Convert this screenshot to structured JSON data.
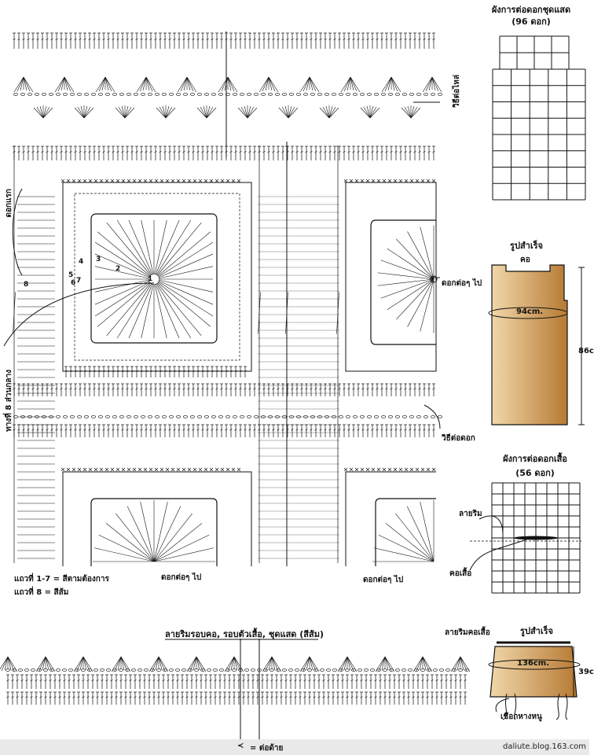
{
  "left_labels": {
    "top_vertical": "ดอกแรก",
    "mid_vertical": "ทางที่ 8 ส่วนกลาง"
  },
  "chart": {
    "joining_shoulder": "วิธีต่อไหล่",
    "next_motif_right": "ดอกต่อๆ ไป",
    "joining_method": "วิธีต่อดอก",
    "next_motif_bottom": "ดอกต่อๆ ไป",
    "row_numbers": [
      "1",
      "2",
      "3",
      "4",
      "5",
      "6",
      "7",
      "8"
    ]
  },
  "legend": {
    "line1": "แถวที่ 1-7 = สีตามต้องการ",
    "line2": "แถวที่ 8 = สีส้ม"
  },
  "border_title": "ลายริมรอบคอ, รอบตัวเสื้อ, ชุดแสด (สีส้ม)",
  "diagram1": {
    "title": "ผังการต่อดอกชุดแสด",
    "count": "(96 ดอก)"
  },
  "shape1": {
    "title": "รูปสำเร็จ",
    "neck": "คอ",
    "width": "94cm.",
    "height": "86c"
  },
  "diagram2": {
    "title": "ผังการต่อดอกเสื้อ",
    "count": "(56 ดอก)",
    "edge": "ลายริม",
    "neck": "คอเสื้อ"
  },
  "shape2": {
    "title": "รูปสำเร็จ",
    "edge": "ลายริมคอเสื้อ",
    "width": "136cm.",
    "height": "39c",
    "tie": "เชือกหางหนู"
  },
  "footer": {
    "symbol_label": "= ต่อด้าย",
    "credit": "daliute.blog.163.com"
  },
  "colors": {
    "shape_fill_light": "#f1d7a9",
    "shape_fill_dark": "#b67a34",
    "footer_bg": "#e9e9e9",
    "ink": "#111111"
  }
}
